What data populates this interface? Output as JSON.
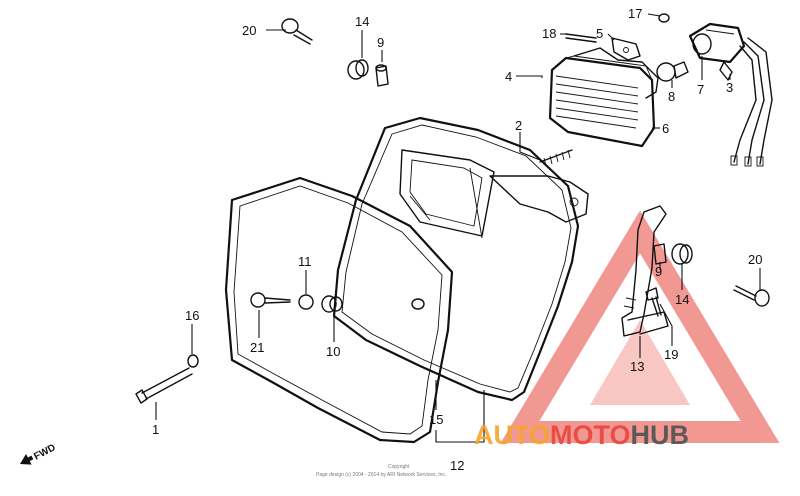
{
  "diagram": {
    "callouts": {
      "c1": "1",
      "c2": "2",
      "c3": "3",
      "c4": "4",
      "c5": "5",
      "c6": "6",
      "c7": "7",
      "c8": "8",
      "c9a": "9",
      "c9b": "9",
      "c10": "10",
      "c11": "11",
      "c12": "12",
      "c13": "13",
      "c14a": "14",
      "c14b": "14",
      "c15": "15",
      "c16": "16",
      "c17": "17",
      "c18": "18",
      "c19": "19",
      "c20a": "20",
      "c20b": "20",
      "c21": "21"
    },
    "direction_label": "FWD",
    "copyright_line1": "Copyright",
    "copyright_line2": "Page design (c) 2004 - 2014 by ARI Network Services, Inc."
  },
  "watermark": {
    "part1": "AUTO",
    "part2": "MOTO",
    "part3": "HUB",
    "color_orange": "#f4a52a",
    "color_red": "#e8453c",
    "color_gray": "#555555"
  }
}
